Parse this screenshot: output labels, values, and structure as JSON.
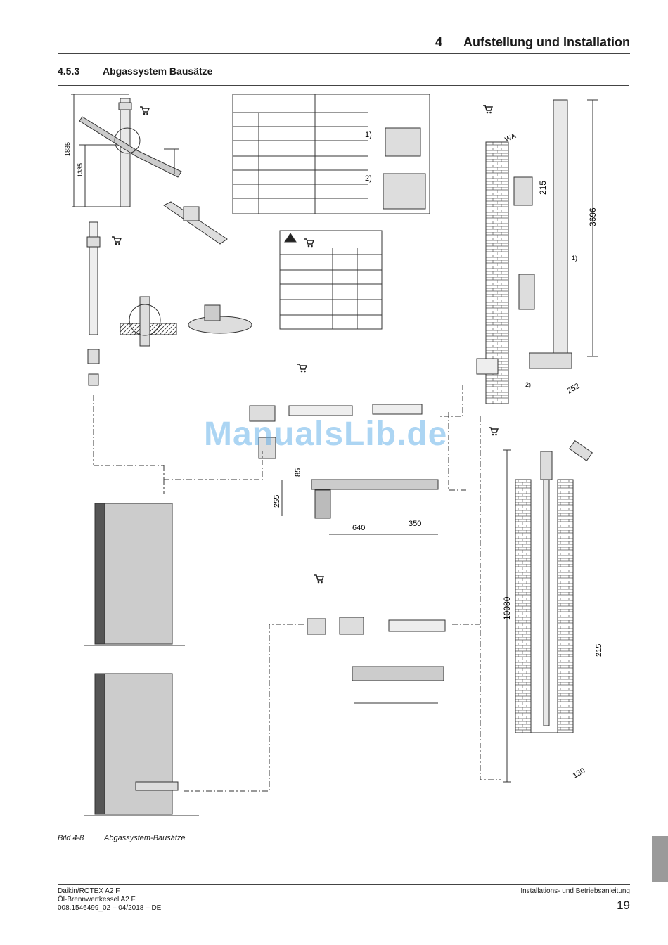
{
  "header": {
    "chapter_number": "4",
    "chapter_title": "Aufstellung und Installation"
  },
  "section": {
    "number": "4.5.3",
    "title": "Abgassystem Bausätze"
  },
  "figure": {
    "caption_number": "Bild 4-8",
    "caption_text": "Abgassystem-Bausätze",
    "dimensions": {
      "d1835": "1835",
      "d1335": "1335",
      "d3696": "3696",
      "d215a": "215",
      "d252": "252",
      "d85": "85",
      "d255": "255",
      "d640": "640",
      "d350": "350",
      "d10080": "10080",
      "d215b": "215",
      "d130": "130"
    },
    "wa_label": "WA",
    "notes": {
      "n1": "1)",
      "n2": "2)",
      "n1b": "1)",
      "n2b": "2)"
    }
  },
  "watermark": "ManualsLib.de",
  "footer": {
    "line1": "Daikin/ROTEX A2 F",
    "line2": "Öl-Brennwertkessel A2 F",
    "line3": "008.1546499_02 – 04/2018 – DE",
    "right": "Installations- und Betriebsanleitung",
    "page": "19"
  },
  "icons": [
    "cart-icon",
    "warning-icon"
  ]
}
